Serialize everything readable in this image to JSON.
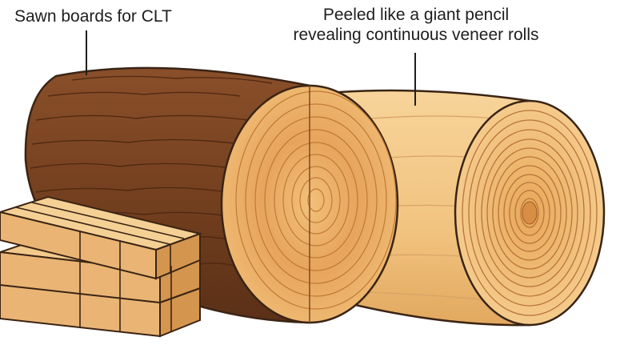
{
  "labels": {
    "sawn_boards": "Sawn boards for CLT",
    "veneer_line1": "Peeled like a giant pencil",
    "veneer_line2": "revealing continuous veneer rolls"
  },
  "colors": {
    "bark": "#7a4423",
    "bark_dark": "#4f2a14",
    "wood_light": "#f2c382",
    "wood_mid": "#e8a760",
    "wood_ring": "#c9813c",
    "veneer": "#f5cd8c",
    "outline": "#3a2414"
  },
  "icons": {
    "log": "log-illustration",
    "boards": "board-stack-illustration",
    "veneer_roll": "veneer-roll-illustration"
  }
}
